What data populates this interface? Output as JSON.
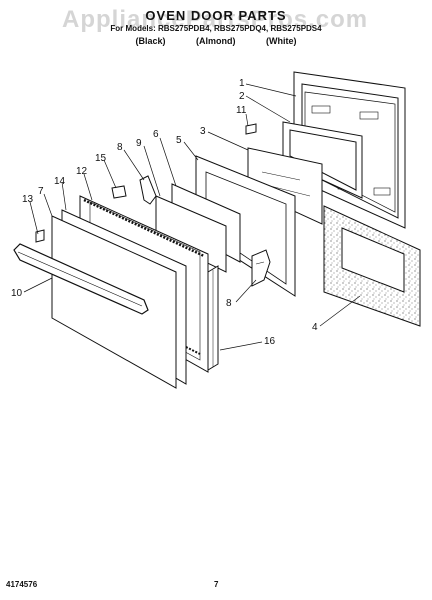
{
  "page": {
    "watermark": "AppliancePartsPros.com",
    "title": "OVEN DOOR PARTS",
    "model_line": "For Models: RBS275PDB4, RBS275PDQ4, RBS275PDS4",
    "color_variants": [
      "(Black)",
      "(Almond)",
      "(White)"
    ],
    "document_number": "4174576",
    "page_number": "7"
  },
  "callouts": [
    "1",
    "2",
    "11",
    "3",
    "6",
    "8",
    "9",
    "5",
    "15",
    "12",
    "7",
    "14",
    "13",
    "10",
    "8",
    "4",
    "16"
  ]
}
